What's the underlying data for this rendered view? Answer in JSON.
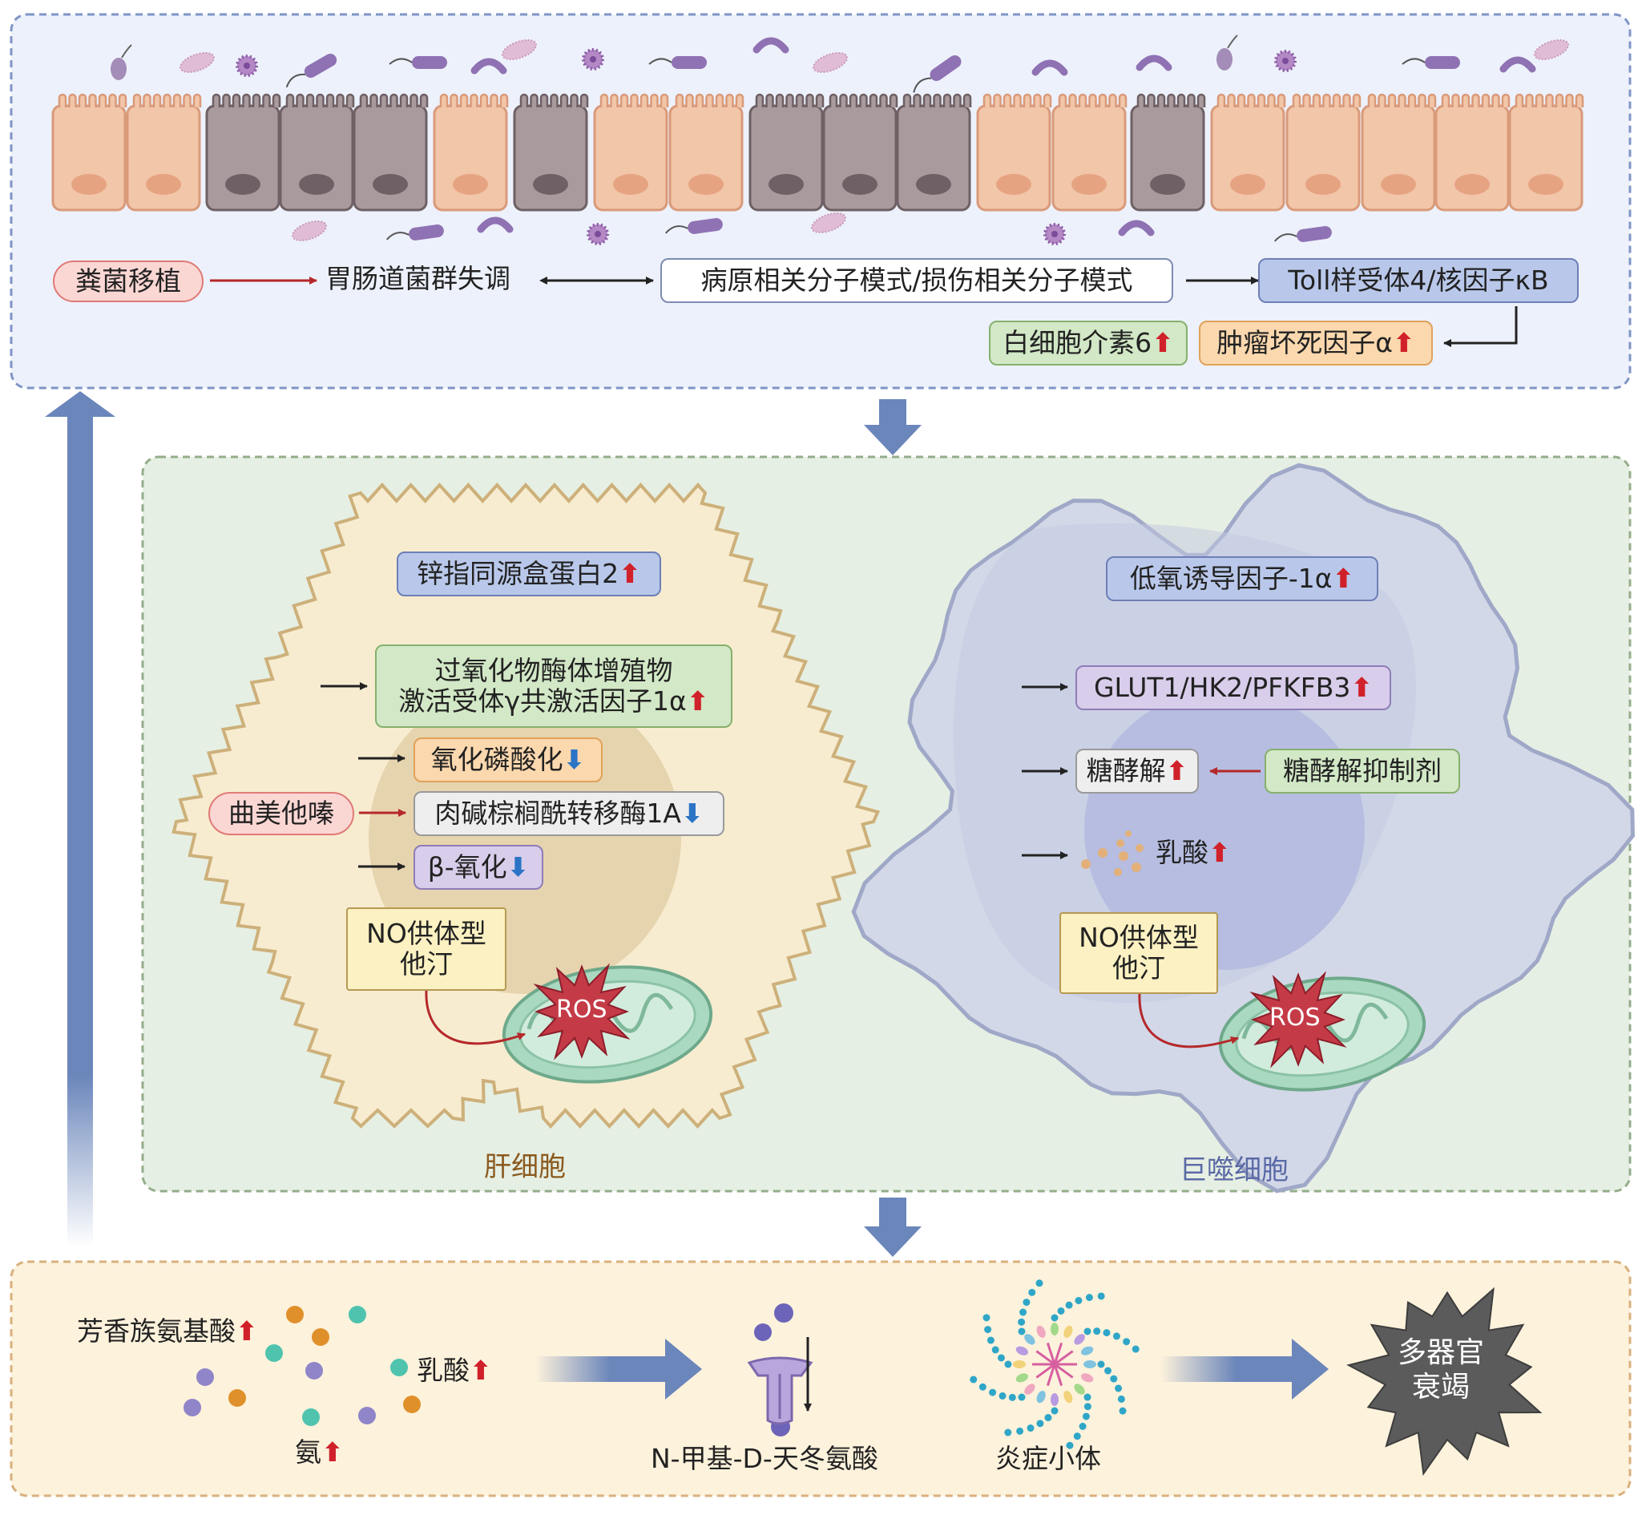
{
  "top": {
    "fmt": "粪菌移植",
    "dysbiosis": "胃肠道菌群失调",
    "pamps": "病原相关分子模式/损伤相关分子模式",
    "tlr4": "Toll样受体4/核因子κB",
    "il6": "白细胞介素6",
    "tnf": "肿瘤坏死因子α"
  },
  "hepatocyte": {
    "caption": "肝细胞",
    "zhx2": "锌指同源盒蛋白2",
    "pgc_line1": "过氧化物酶体增殖物",
    "pgc_line2": "激活受体γ共激活因子1α",
    "oxphos": "氧化磷酸化",
    "cpt1a": "肉碱棕榈酰转移酶1A",
    "beta_ox": "β-氧化",
    "drug": "曲美他嗪",
    "no_line1": "NO供体型",
    "no_line2": "他汀",
    "ros": "ROS"
  },
  "macrophage": {
    "caption": "巨噬细胞",
    "hif": "低氧诱导因子-1α",
    "glut": "GLUT1/HK2/PFKFB3",
    "glycolysis": "糖酵解",
    "inhibitor": "糖酵解抑制剂",
    "lactate": "乳酸",
    "no_line1": "NO供体型",
    "no_line2": "他汀",
    "ros": "ROS"
  },
  "bottom": {
    "aaa": "芳香族氨基酸",
    "lactate": "乳酸",
    "ammonia": "氨",
    "nmda": "N-甲基-D-天冬氨酸",
    "inflammasome": "炎症小体",
    "mof_line1": "多器官",
    "mof_line2": "衰竭"
  },
  "symbols": {
    "up": "⬆",
    "down": "⬇"
  },
  "colors": {
    "up_arrow": "#d0212a",
    "down_arrow": "#2b74c6",
    "flow_arrow": "#6b86bb",
    "hepatocyte_caption": "#8a5a1f",
    "macrophage_caption": "#5b6aa6"
  }
}
